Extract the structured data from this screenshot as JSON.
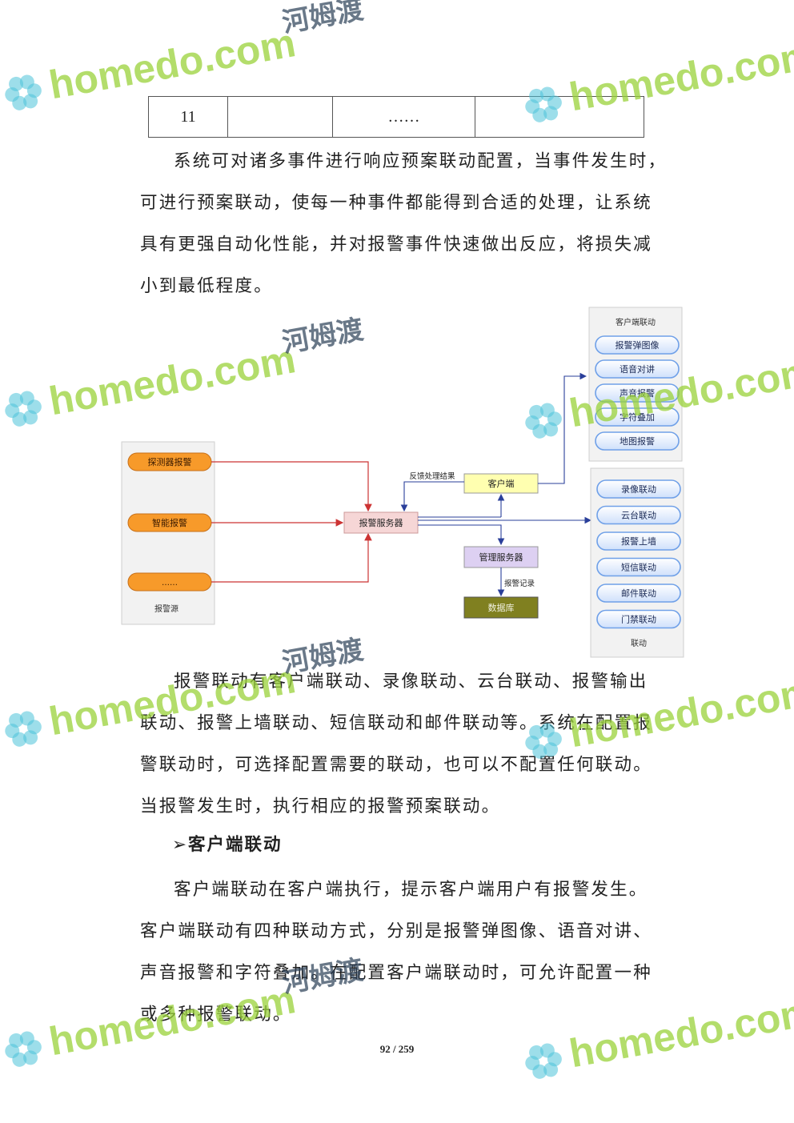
{
  "table": {
    "cells": [
      "11",
      "",
      "……",
      ""
    ]
  },
  "paragraph1": {
    "lines": [
      "系统可对诸多事件进行响应预案联动配置，当事件发生时，",
      "可进行预案联动，使每一种事件都能得到合适的处理，让系统",
      "具有更强自动化性能，并对报警事件快速做出反应，将损失减",
      "小到最低程度。"
    ]
  },
  "diagram": {
    "sources": [
      "探测器报警",
      "智能报警",
      "……"
    ],
    "sources_label": "报警源",
    "server": "报警服务器",
    "client": "客户端",
    "feedback": "反馈处理结果",
    "mgmt": "管理服务器",
    "record": "报警记录",
    "db": "数据库",
    "client_panel_title": "客户端联动",
    "client_items": [
      "报警弹图像",
      "语音对讲",
      "声音报警",
      "字符叠加",
      "地图报警"
    ],
    "link_items": [
      "录像联动",
      "云台联动",
      "报警上墙",
      "短信联动",
      "邮件联动",
      "门禁联动"
    ],
    "link_panel_label": "联动",
    "colors": {
      "arrow": "#cc3333",
      "arrow_blue": "#2a3f9a",
      "orange": "#f79a2a",
      "pill_blue": "#6fa0e8"
    }
  },
  "paragraph2": {
    "lines": [
      "报警联动有客户端联动、录像联动、云台联动、报警输出",
      "联动、报警上墙联动、短信联动和邮件联动等。系统在配置报",
      "警联动时，可选择配置需要的联动，也可以不配置任何联动。",
      "当报警发生时，执行相应的报警预案联动。"
    ]
  },
  "heading": {
    "marker": "➢",
    "text": "客户端联动"
  },
  "paragraph3": {
    "lines": [
      "客户端联动在客户端执行，提示客户端用户有报警发生。",
      "客户端联动有四种联动方式，分别是报警弹图像、语音对讲、",
      "声音报警和字符叠加。在配置客户端联动时，可允许配置一种",
      "或多种报警联动。"
    ]
  },
  "page_number": "92 / 259",
  "watermark": {
    "latin": "homedo.com",
    "cn": "河姆渡"
  }
}
